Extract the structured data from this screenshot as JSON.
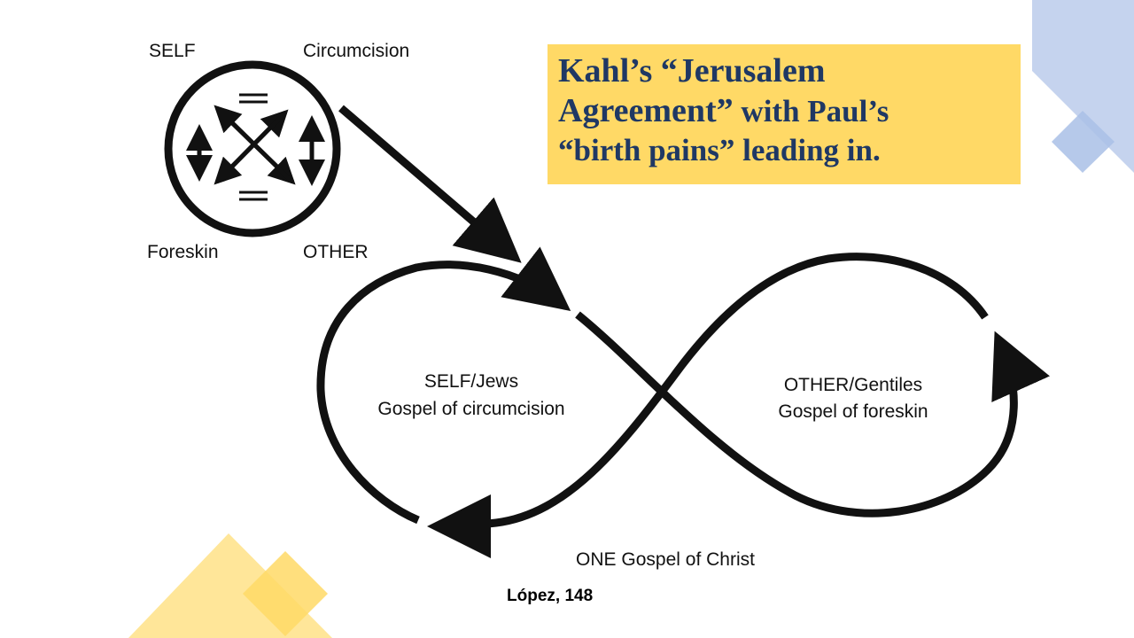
{
  "title": {
    "part1": "Kahl’s “Jerusalem",
    "part2a": "Agreement”",
    "part2b": " with Paul’s",
    "part3": "“birth pains” leading in."
  },
  "diagram": {
    "label_self": "SELF",
    "label_circumcision": "Circumcision",
    "label_foreskin": "Foreskin",
    "label_other": "OTHER",
    "left_loop_line1": "SELF/Jews",
    "left_loop_line2": "Gospel of circumcision",
    "right_loop_line1": "OTHER/Gentiles",
    "right_loop_line2": "Gospel of foreskin",
    "bottom_label": "ONE Gospel of Christ"
  },
  "caption": "López, 148",
  "colors": {
    "title_bg": "#FFD966",
    "title_text": "#1F3864",
    "deco_blue": "#C5D3EE",
    "deco_blue_dark": "#A9BFE6",
    "deco_yellow": "#FFE699",
    "deco_yellow_dark": "#FFD966"
  }
}
